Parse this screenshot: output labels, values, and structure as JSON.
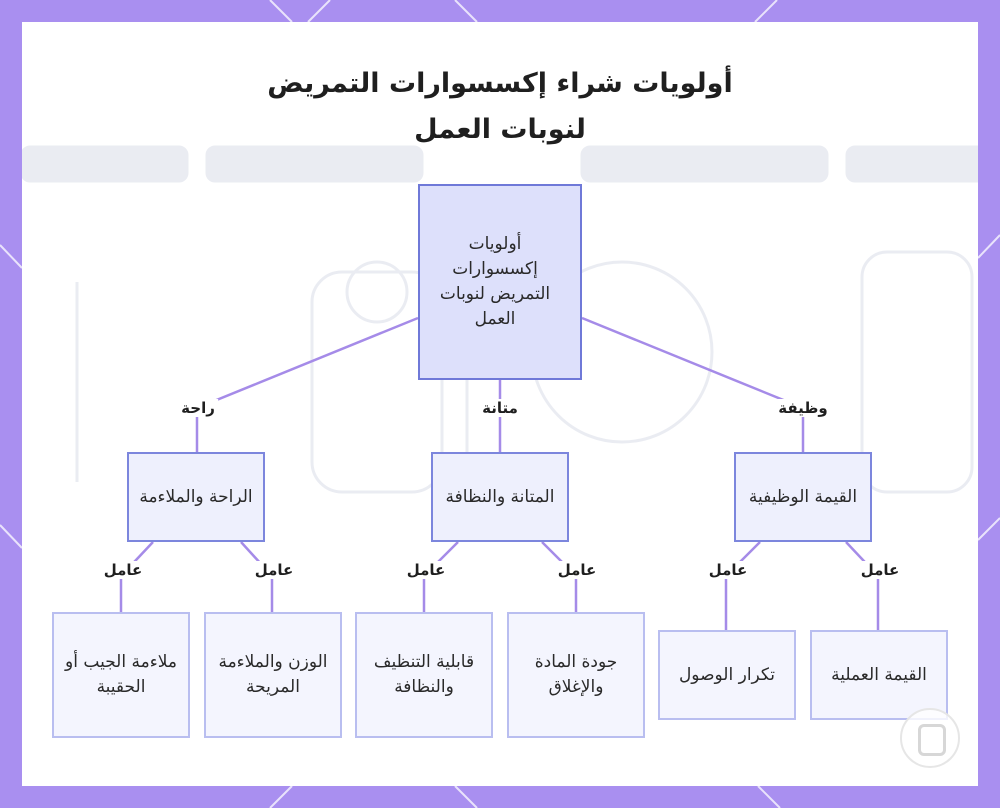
{
  "title_line1": "أولويات شراء إكسسوارات التمريض",
  "title_line2": "لنوبات العمل",
  "root": {
    "label": "أولويات إكسسوارات التمريض لنوبات العمل"
  },
  "categories": [
    {
      "label": "الراحة والملاءمة",
      "edge_label": "راحة"
    },
    {
      "label": "المتانة والنظافة",
      "edge_label": "متانة"
    },
    {
      "label": "القيمة الوظيفية",
      "edge_label": "وظيفة"
    }
  ],
  "factors": [
    {
      "label": "ملاءمة الجيب أو الحقيبة",
      "edge_label": "عامل"
    },
    {
      "label": "الوزن والملاءمة المريحة",
      "edge_label": "عامل"
    },
    {
      "label": "قابلية التنظيف والنظافة",
      "edge_label": "عامل"
    },
    {
      "label": "جودة المادة والإغلاق",
      "edge_label": "عامل"
    },
    {
      "label": "تكرار الوصول",
      "edge_label": "عامل"
    },
    {
      "label": "القيمة العملية",
      "edge_label": "عامل"
    }
  ],
  "colors": {
    "background": "#a98ff0",
    "edge": "#a58be8",
    "root_fill": "#dde0fb",
    "root_border": "#6f79d8",
    "node_fill": "#eef0fd",
    "node_border": "#7c86dd",
    "leaf_fill": "#f4f5fe",
    "leaf_border": "#b9bef0"
  }
}
